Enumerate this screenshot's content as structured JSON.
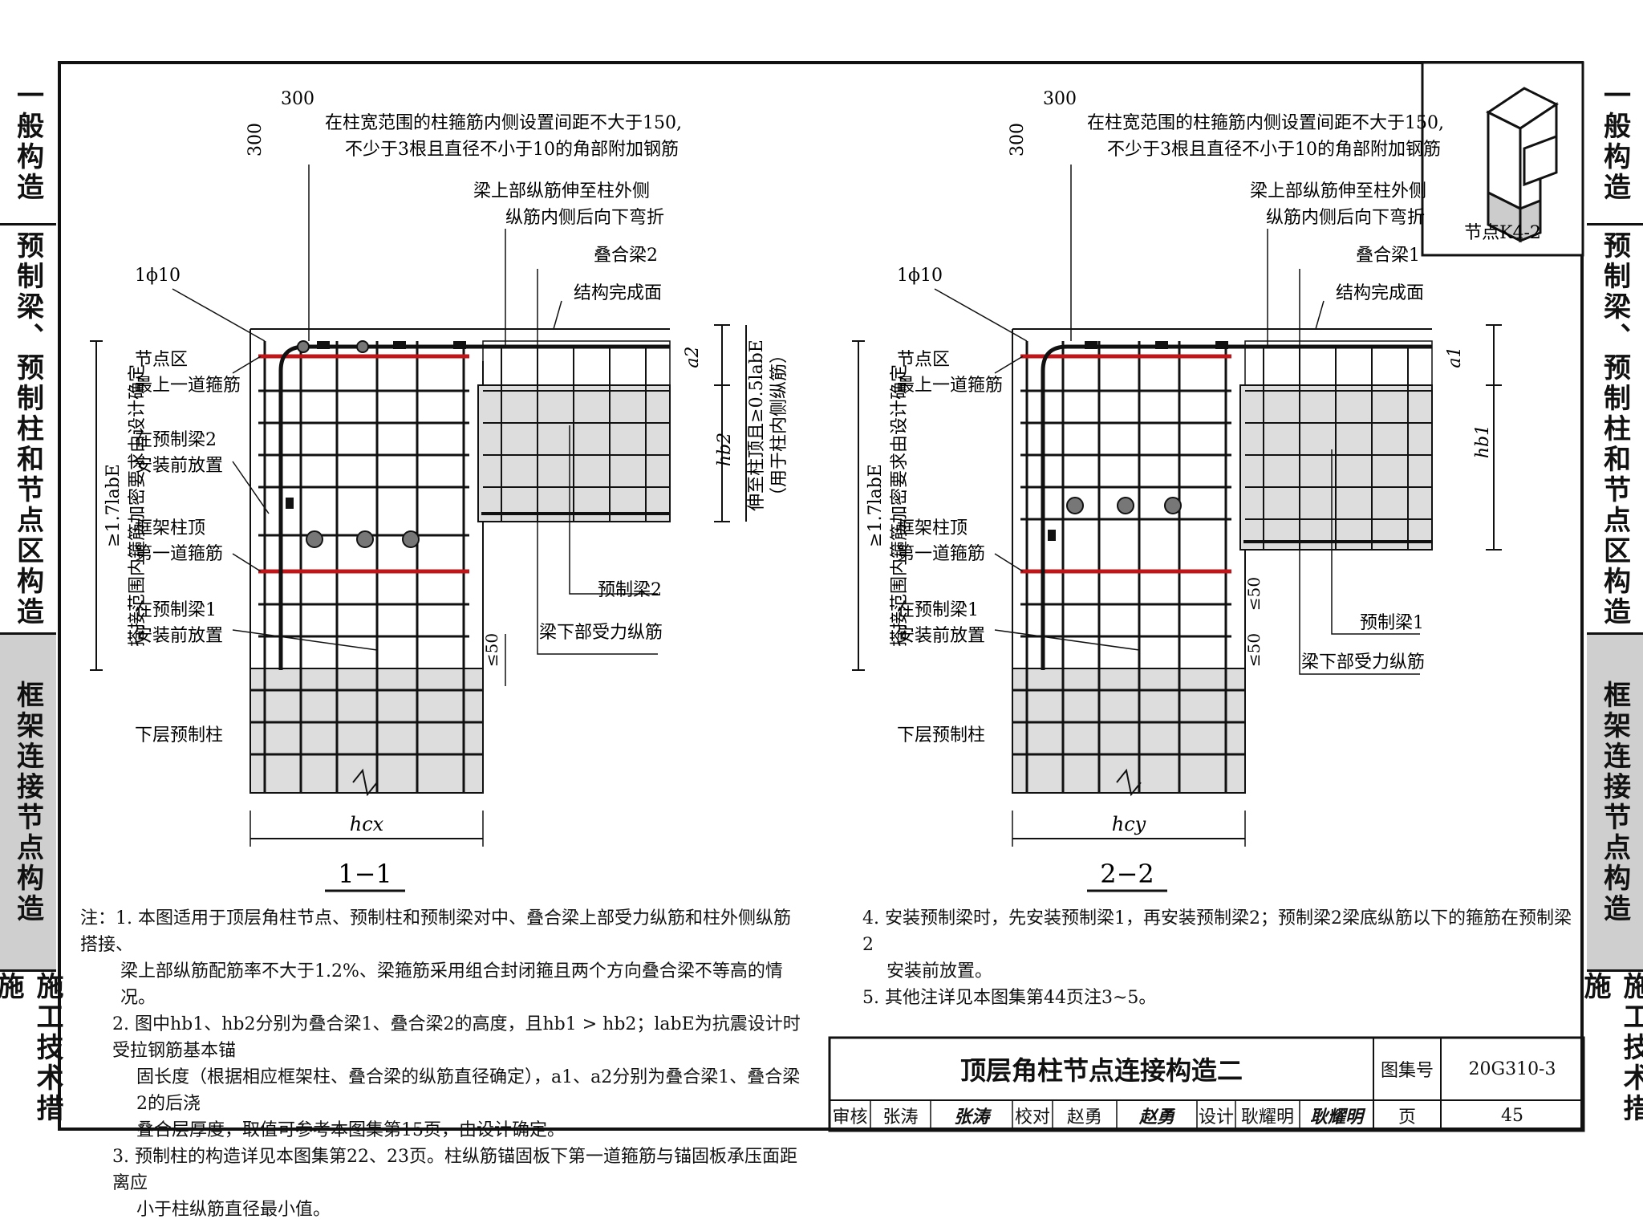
{
  "side_tabs": [
    "一般构造",
    "预制梁、预制柱和节点区构造",
    "框架连接节点构造",
    "施工技术措施"
  ],
  "node_label": "节点K4-2",
  "left": {
    "section_label": "1−1",
    "dim_300": "300",
    "note_top_1": "在柱宽范围的柱箍筋内侧设置间距不大于150,",
    "note_top_2": "不少于3根且直径不小于10的角部附加钢筋",
    "note_beam_top_1": "梁上部纵筋伸至柱外侧",
    "note_beam_top_2": "纵筋内侧后向下弯折",
    "composite_beam": "叠合梁2",
    "finish_face": "结构完成面",
    "bar_1phi10": "1ϕ10",
    "joint_1": "节点区",
    "joint_2": "最上一道箍筋",
    "install_1": "在预制梁2",
    "install_2": "安装前放置",
    "frame_col_1": "框架柱顶",
    "frame_col_2": "第一道箍筋",
    "install_b_1": "在预制梁1",
    "install_b_2": "安装前放置",
    "lower_col": "下层预制柱",
    "prefab_beam": "预制梁2",
    "beam_bottom": "梁下部受力纵筋",
    "le50": "≤50",
    "a_label": "a2",
    "h_label": "hb2",
    "extend_1": "伸至柱顶且≥0.5labE",
    "extend_2": "（用于柱内侧纵筋）",
    "lap_1": "≥1.7labE",
    "lap_2": "搭接范围内箍筋加密要求由设计确定",
    "hc": "hcx"
  },
  "right": {
    "section_label": "2−2",
    "dim_300": "300",
    "note_top_1": "在柱宽范围的柱箍筋内侧设置间距不大于150,",
    "note_top_2": "不少于3根且直径不小于10的角部附加钢筋",
    "note_beam_top_1": "梁上部纵筋伸至柱外侧",
    "note_beam_top_2": "纵筋内侧后向下弯折",
    "composite_beam": "叠合梁1",
    "finish_face": "结构完成面",
    "bar_1phi10": "1ϕ10",
    "joint_1": "节点区",
    "joint_2": "最上一道箍筋",
    "frame_col_1": "框架柱顶",
    "frame_col_2": "第一道箍筋",
    "install_b_1": "在预制梁1",
    "install_b_2": "安装前放置",
    "lower_col": "下层预制柱",
    "prefab_beam": "预制梁1",
    "beam_bottom": "梁下部受力纵筋",
    "le50": "≤50",
    "a_label": "a1",
    "h_label": "hb1",
    "lap_1": "≥1.7labE",
    "lap_2": "搭接范围内箍筋加密要求由设计确定",
    "hc": "hcy"
  },
  "notes_left": [
    "注：1. 本图适用于顶层角柱节点、预制柱和预制梁对中、叠合梁上部受力纵筋和柱外侧纵筋搭接、",
    "梁上部纵筋配筋率不大于1.2%、梁箍筋采用组合封闭箍且两个方向叠合梁不等高的情况。",
    "2. 图中hb1、hb2分别为叠合梁1、叠合梁2的高度，且hb1 > hb2；labE为抗震设计时受拉钢筋基本锚",
    "固长度（根据相应框架柱、叠合梁的纵筋直径确定），a1、a2分别为叠合梁1、叠合梁2的后浇",
    "叠合层厚度，取值可参考本图集第15页，由设计确定。",
    "3. 预制柱的构造详见本图集第22、23页。柱纵筋锚固板下第一道箍筋与锚固板承压面距离应",
    "小于柱纵筋直径最小值。"
  ],
  "notes_right": [
    "4. 安装预制梁时，先安装预制梁1，再安装预制梁2；预制梁2梁底纵筋以下的箍筋在预制梁2",
    "安装前放置。",
    "5. 其他注详见本图集第44页注3~5。"
  ],
  "title_block": {
    "title": "顶层角柱节点连接构造二",
    "atlas_label": "图集号",
    "atlas_no": "20G310-3",
    "review_label": "审核",
    "reviewer": "张涛",
    "reviewer_sign": "张涛",
    "check_label": "校对",
    "checker": "赵勇",
    "checker_sign": "赵勇",
    "design_label": "设计",
    "designer": "耿耀明",
    "designer_sign": "耿耀明",
    "page_label": "页",
    "page_no": "45"
  }
}
